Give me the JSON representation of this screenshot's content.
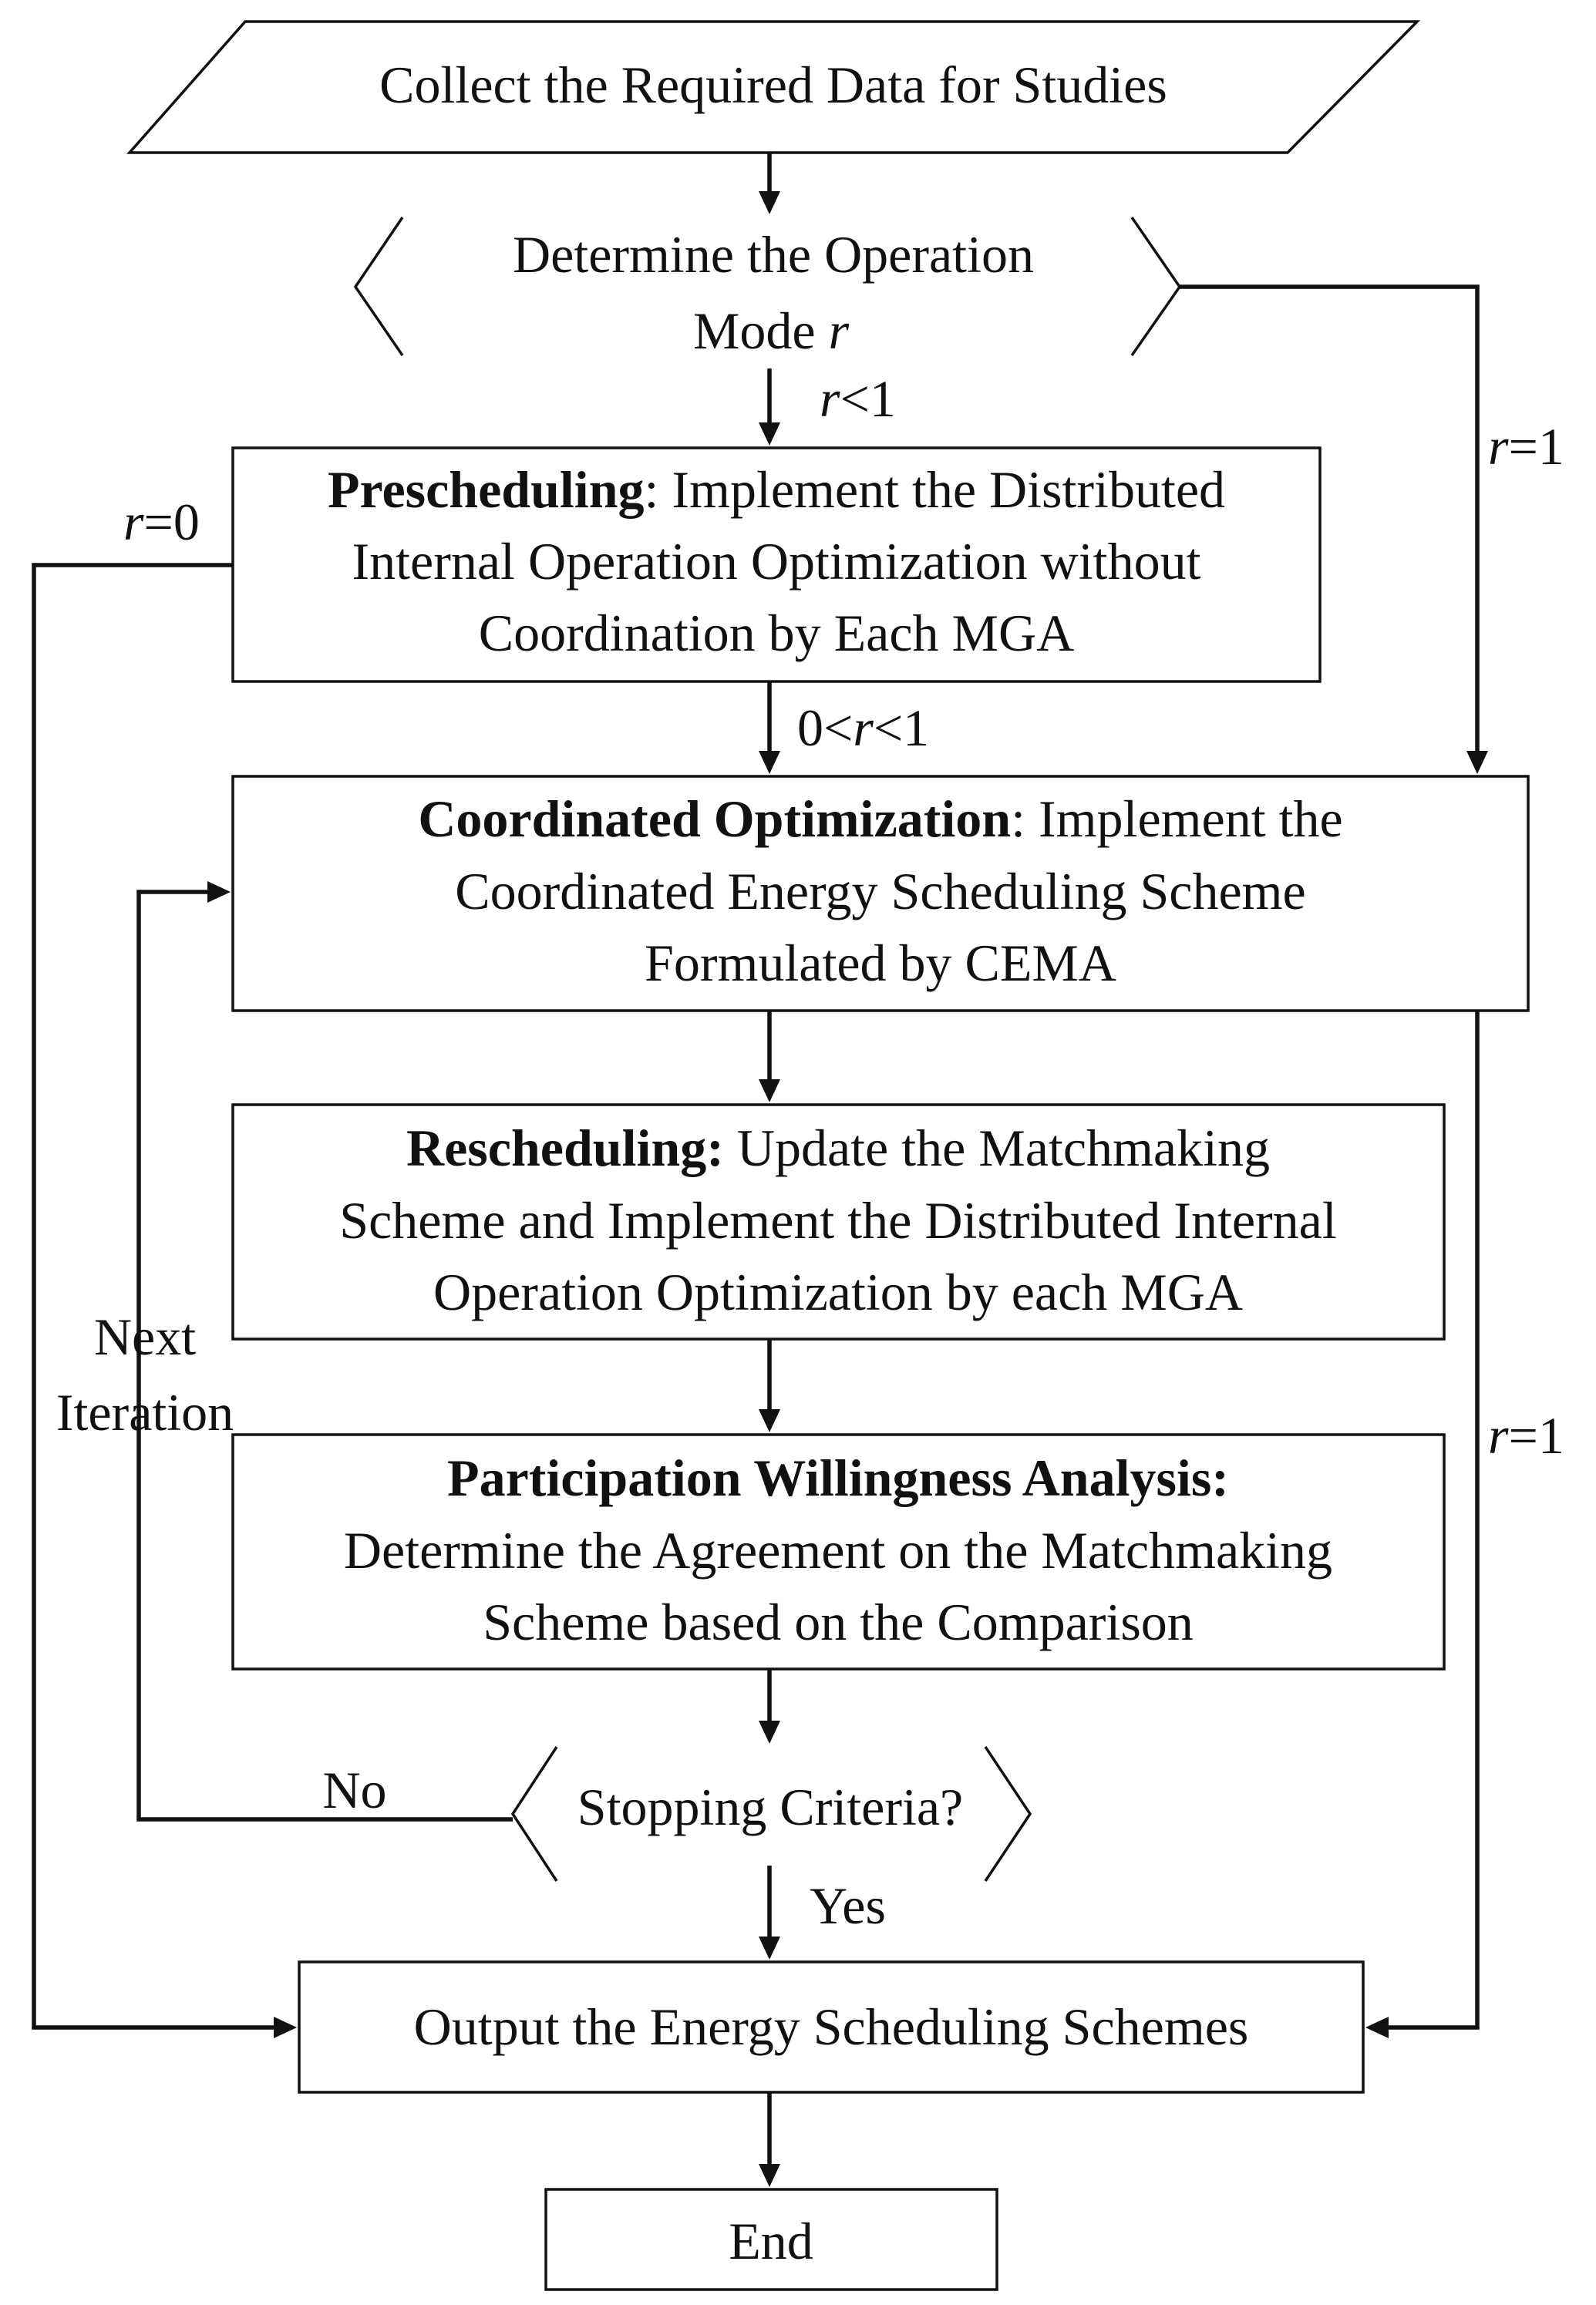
{
  "collect": {
    "text": "Collect the Required Data for Studies"
  },
  "determine": {
    "line1": "Determine the Operation",
    "line2_prefix": "Mode ",
    "line2_var": "r"
  },
  "prescheduling": {
    "bold": "Prescheduling",
    "line1_rest": ": Implement the Distributed",
    "line2": "Internal Operation Optimization without",
    "line3": "Coordination by Each MGA"
  },
  "coordinated": {
    "bold": "Coordinated Optimization",
    "line1_rest": ": Implement the",
    "line2": "Coordinated Energy Scheduling Scheme",
    "line3": "Formulated by CEMA"
  },
  "rescheduling": {
    "bold": "Rescheduling:",
    "line1_rest": " Update the Matchmaking",
    "line2": "Scheme and Implement the Distributed Internal",
    "line3": "Operation Optimization by each MGA"
  },
  "participation": {
    "bold": "Participation Willingness Analysis:",
    "line2": "Determine the Agreement on the Matchmaking",
    "line3": "Scheme based on the Comparison"
  },
  "stopping": {
    "text": "Stopping Criteria?"
  },
  "output": {
    "text": "Output the Energy Scheduling Schemes"
  },
  "end": {
    "text": "End"
  },
  "labels": {
    "r_lt_1": {
      "var": "r",
      "rest": "<1"
    },
    "r_eq_0": {
      "var": "r",
      "rest": "=0"
    },
    "r_eq_1_top": {
      "var": "r",
      "rest": "=1"
    },
    "r_eq_1_bottom": {
      "var": "r",
      "rest": "=1"
    },
    "zero_lt_r_lt_1": {
      "pre": "0<",
      "var": "r",
      "rest": "<1"
    },
    "next": "Next",
    "iteration": "Iteration",
    "no": "No",
    "yes": "Yes"
  }
}
